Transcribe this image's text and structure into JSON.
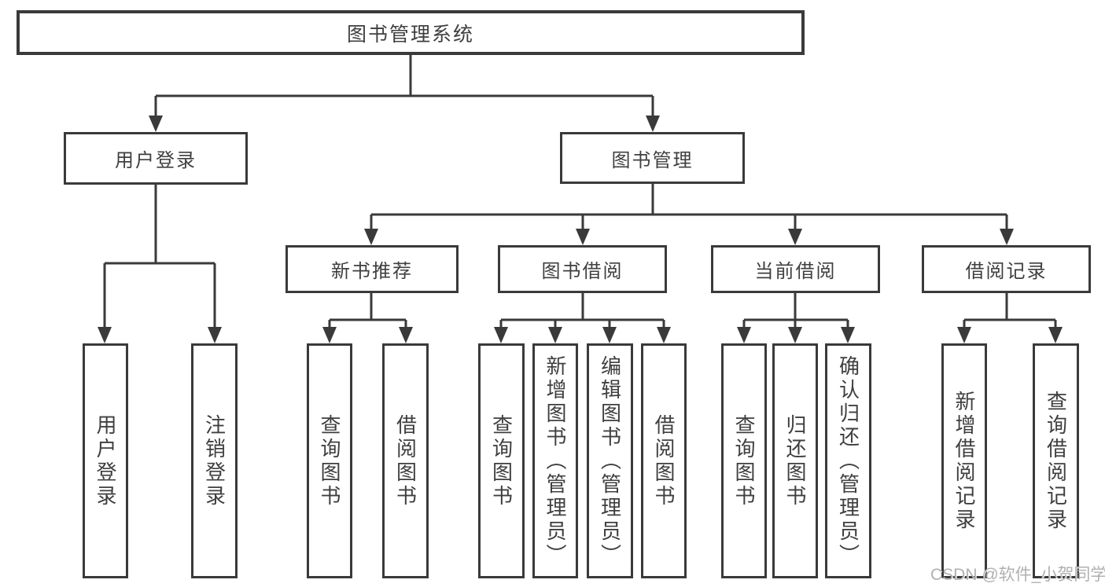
{
  "diagram": {
    "type": "tree",
    "root": {
      "label": "图书管理系统",
      "children": [
        {
          "label": "用户登录",
          "children": [
            {
              "label": "用户登录"
            },
            {
              "label": "注销登录"
            }
          ]
        },
        {
          "label": "图书管理",
          "children": [
            {
              "label": "新书推荐",
              "children": [
                {
                  "label": "查询图书"
                },
                {
                  "label": "借阅图书"
                }
              ]
            },
            {
              "label": "图书借阅",
              "children": [
                {
                  "label": "查询图书"
                },
                {
                  "label": "新增图书（管理员）"
                },
                {
                  "label": "编辑图书（管理员）"
                },
                {
                  "label": "借阅图书"
                }
              ]
            },
            {
              "label": "当前借阅",
              "children": [
                {
                  "label": "查询图书"
                },
                {
                  "label": "归还图书"
                },
                {
                  "label": "确认归还（管理员）"
                }
              ]
            },
            {
              "label": "借阅记录",
              "children": [
                {
                  "label": "新增借阅记录"
                },
                {
                  "label": "查询借阅记录"
                }
              ]
            }
          ]
        }
      ]
    }
  },
  "watermark": {
    "text": "CSDN @软件_小贺同学"
  },
  "colors": {
    "line": "#3a3a3a",
    "text": "#3f3f3f",
    "background": "#ffffff",
    "watermark": "#b0b0b0"
  }
}
